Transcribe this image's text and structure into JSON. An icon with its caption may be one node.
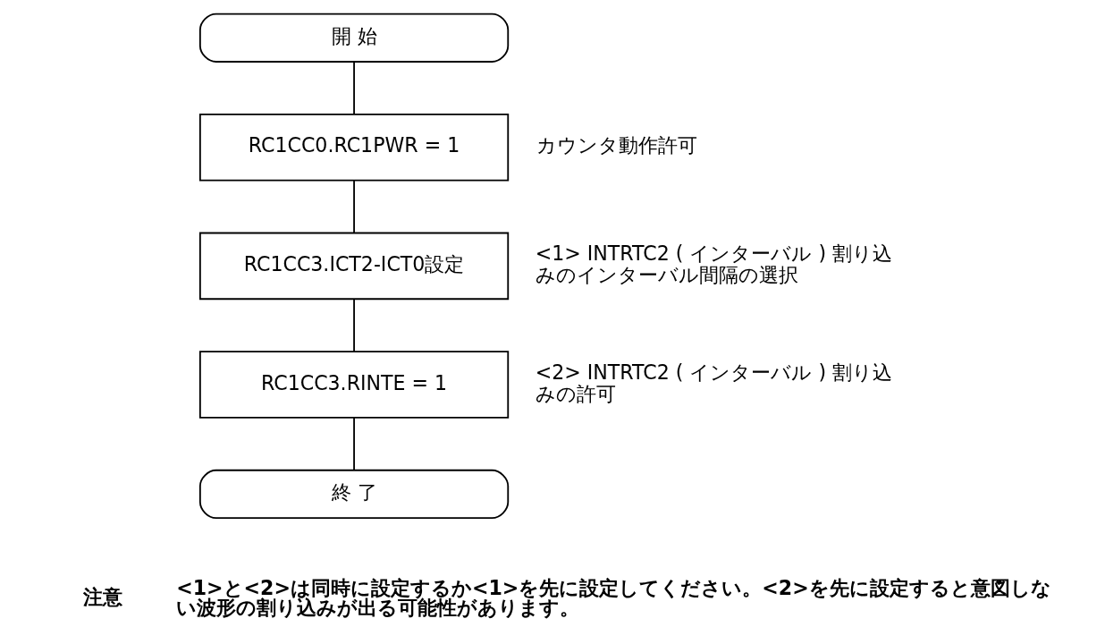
{
  "diagram": {
    "nodes": [
      {
        "text": [
          "開 始"
        ]
      },
      {
        "text": [
          "RC1CC0.RC1PWR = 1"
        ],
        "beside": [
          "カウンタ動作許可"
        ]
      },
      {
        "text": [
          "RC1CC3.ICT2-ICT0設定"
        ],
        "beside": [
          "<1> INTRTC2 ( インターバル ) 割り込みのインターバル間隔の選択"
        ]
      },
      {
        "text": [
          "RC1CC3.RINTE = 1"
        ],
        "beside": [
          "<2> INTRTC2 ( インターバル ) 割り込みの許可"
        ]
      },
      {
        "text": [
          "終 了"
        ]
      }
    ],
    "edges": [
      {
        "from": 0,
        "to": 1,
        "arrow": "none"
      },
      {
        "from": 1,
        "to": 2,
        "arrow": "none"
      },
      {
        "from": 2,
        "to": 3,
        "arrow": "none"
      },
      {
        "from": 3,
        "to": 4,
        "arrow": "none"
      }
    ],
    "labels": [
      "注意",
      "<1>と<2>は同時に設定するか<1>を先に設定してください。<2>を先に設定すると意図しない波形の割り込みが出る可能性があります。"
    ]
  }
}
